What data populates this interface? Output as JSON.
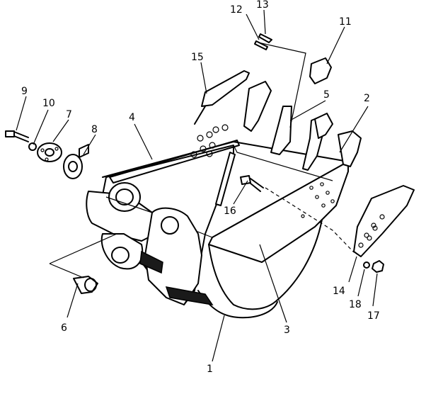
{
  "diagram": {
    "callouts": [
      {
        "number": "1"
      },
      {
        "number": "2"
      },
      {
        "number": "3"
      },
      {
        "number": "4"
      },
      {
        "number": "5"
      },
      {
        "number": "6"
      },
      {
        "number": "7"
      },
      {
        "number": "8"
      },
      {
        "number": "9"
      },
      {
        "number": "10"
      },
      {
        "number": "11"
      },
      {
        "number": "12"
      },
      {
        "number": "13"
      },
      {
        "number": "14"
      },
      {
        "number": "15"
      },
      {
        "number": "16"
      },
      {
        "number": "17"
      },
      {
        "number": "18"
      }
    ]
  }
}
